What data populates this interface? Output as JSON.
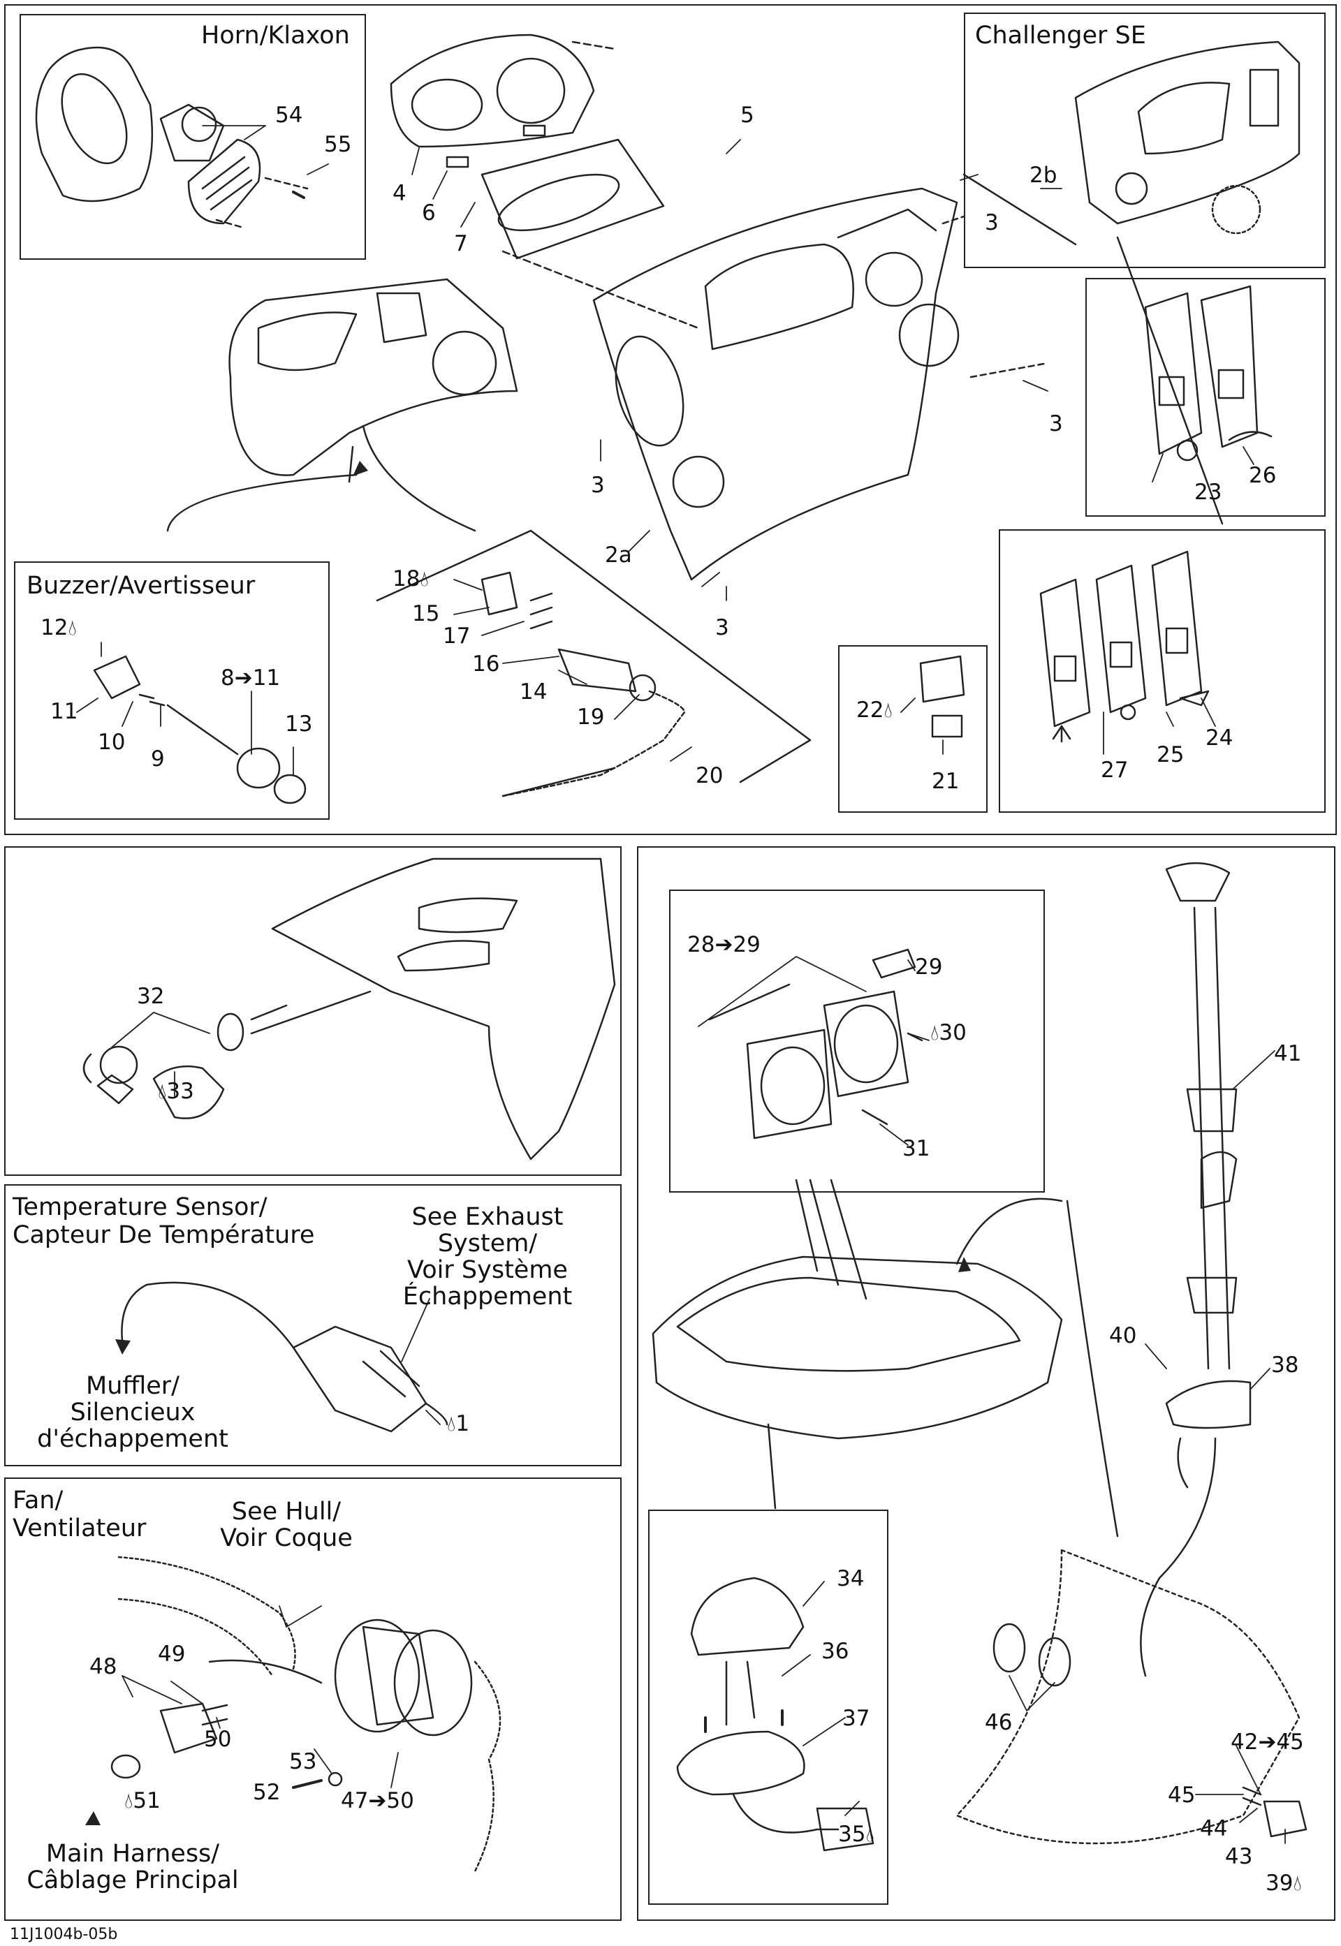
{
  "document_code": "11J1004b-05b",
  "sections": {
    "horn": {
      "title": "Horn/Klaxon"
    },
    "challenger": {
      "title": "Challenger SE"
    },
    "buzzer": {
      "title": "Buzzer/Avertisseur"
    },
    "temperature": {
      "title_line1": "Temperature Sensor/",
      "title_line2": "Capteur De Température",
      "see_exhaust_line1": "See Exhaust",
      "see_exhaust_line2": "System/",
      "see_exhaust_line3": "Voir Système",
      "see_exhaust_line4": "Échappement",
      "muffler_line1": "Muffler/",
      "muffler_line2": "Silencieux",
      "muffler_line3": "d'échappement"
    },
    "fan": {
      "title_line1": "Fan/",
      "title_line2": "Ventilateur",
      "see_hull_line1": "See Hull/",
      "see_hull_line2": "Voir Coque",
      "main_harness_line1": "Main Harness/",
      "main_harness_line2": "Câblage Principal"
    }
  },
  "callouts": {
    "c54": "54",
    "c55": "55",
    "c4": "4",
    "c6": "6",
    "c5": "5",
    "c7": "7",
    "c3a": "3",
    "c3b": "3",
    "c3c": "3",
    "c3d": "3",
    "c2b": "2b",
    "c2a": "2a",
    "c23": "23",
    "c26": "26",
    "c27": "27",
    "c25": "25",
    "c24": "24",
    "c22": "22",
    "c21": "21",
    "c18": "18",
    "c15": "15",
    "c17": "17",
    "c16": "16",
    "c14": "14",
    "c19": "19",
    "c20": "20",
    "c12": "12",
    "c8to11": "8➔11",
    "c11": "11",
    "c10": "10",
    "c9": "9",
    "c13": "13",
    "c32": "32",
    "c33": "33",
    "c1": "1",
    "c28to29": "28➔29",
    "c29": "29",
    "c30": "30",
    "c31": "31",
    "c41": "41",
    "c40": "40",
    "c38": "38",
    "c34": "34",
    "c36": "36",
    "c37": "37",
    "c35": "35",
    "c46": "46",
    "c42to45": "42➔45",
    "c45": "45",
    "c44": "44",
    "c43": "43",
    "c39": "39",
    "c48": "48",
    "c49": "49",
    "c50": "50",
    "c53": "53",
    "c52": "52",
    "c51": "51",
    "c47to50": "47➔50"
  },
  "icons": {
    "drop": "drop-icon",
    "arrow": "arrow-right-icon"
  }
}
